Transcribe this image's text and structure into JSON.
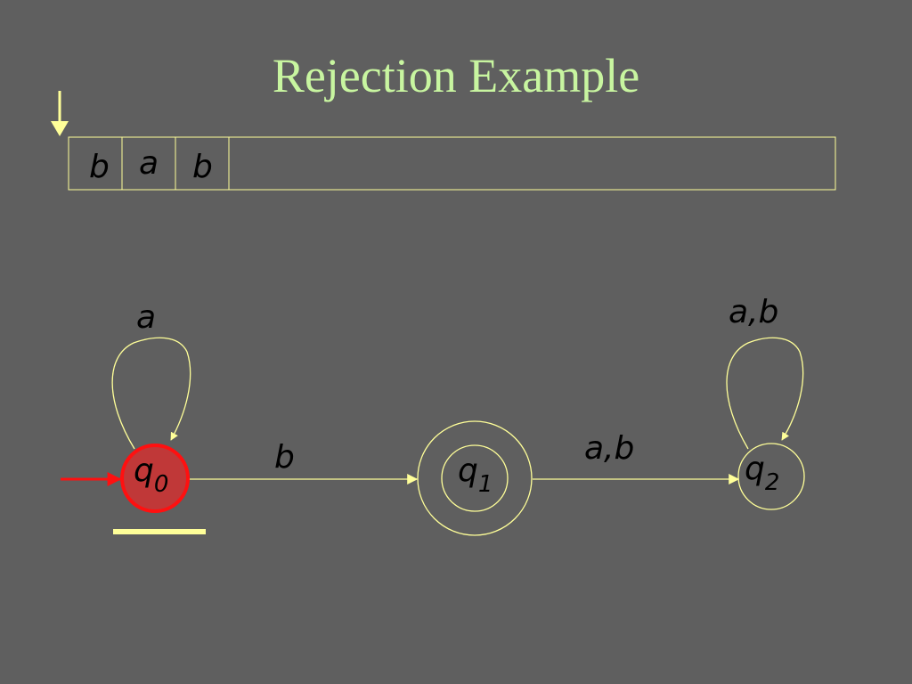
{
  "slide": {
    "title": "Rejection Example"
  },
  "tape": {
    "cells": [
      "b",
      "a",
      "b"
    ],
    "head_position": 0
  },
  "automaton": {
    "states": [
      {
        "id": "q0",
        "name": "q",
        "sub": "0",
        "initial": true,
        "accepting": false,
        "current": true
      },
      {
        "id": "q1",
        "name": "q",
        "sub": "1",
        "initial": false,
        "accepting": true,
        "current": false
      },
      {
        "id": "q2",
        "name": "q",
        "sub": "2",
        "initial": false,
        "accepting": false,
        "current": false
      }
    ],
    "transitions": [
      {
        "from": "q0",
        "to": "q0",
        "label": "a"
      },
      {
        "from": "q0",
        "to": "q1",
        "label": "b"
      },
      {
        "from": "q1",
        "to": "q2",
        "label": "a,b"
      },
      {
        "from": "q2",
        "to": "q2",
        "label": "a,b"
      }
    ]
  },
  "colors": {
    "background": "#5f5f5f",
    "title": "#c8f5a0",
    "lines": "#ffff99",
    "current_state_fill": "#c03838",
    "current_state_border": "#ff1010",
    "initial_arrow": "#ff1010",
    "underline": "#ffff99"
  }
}
